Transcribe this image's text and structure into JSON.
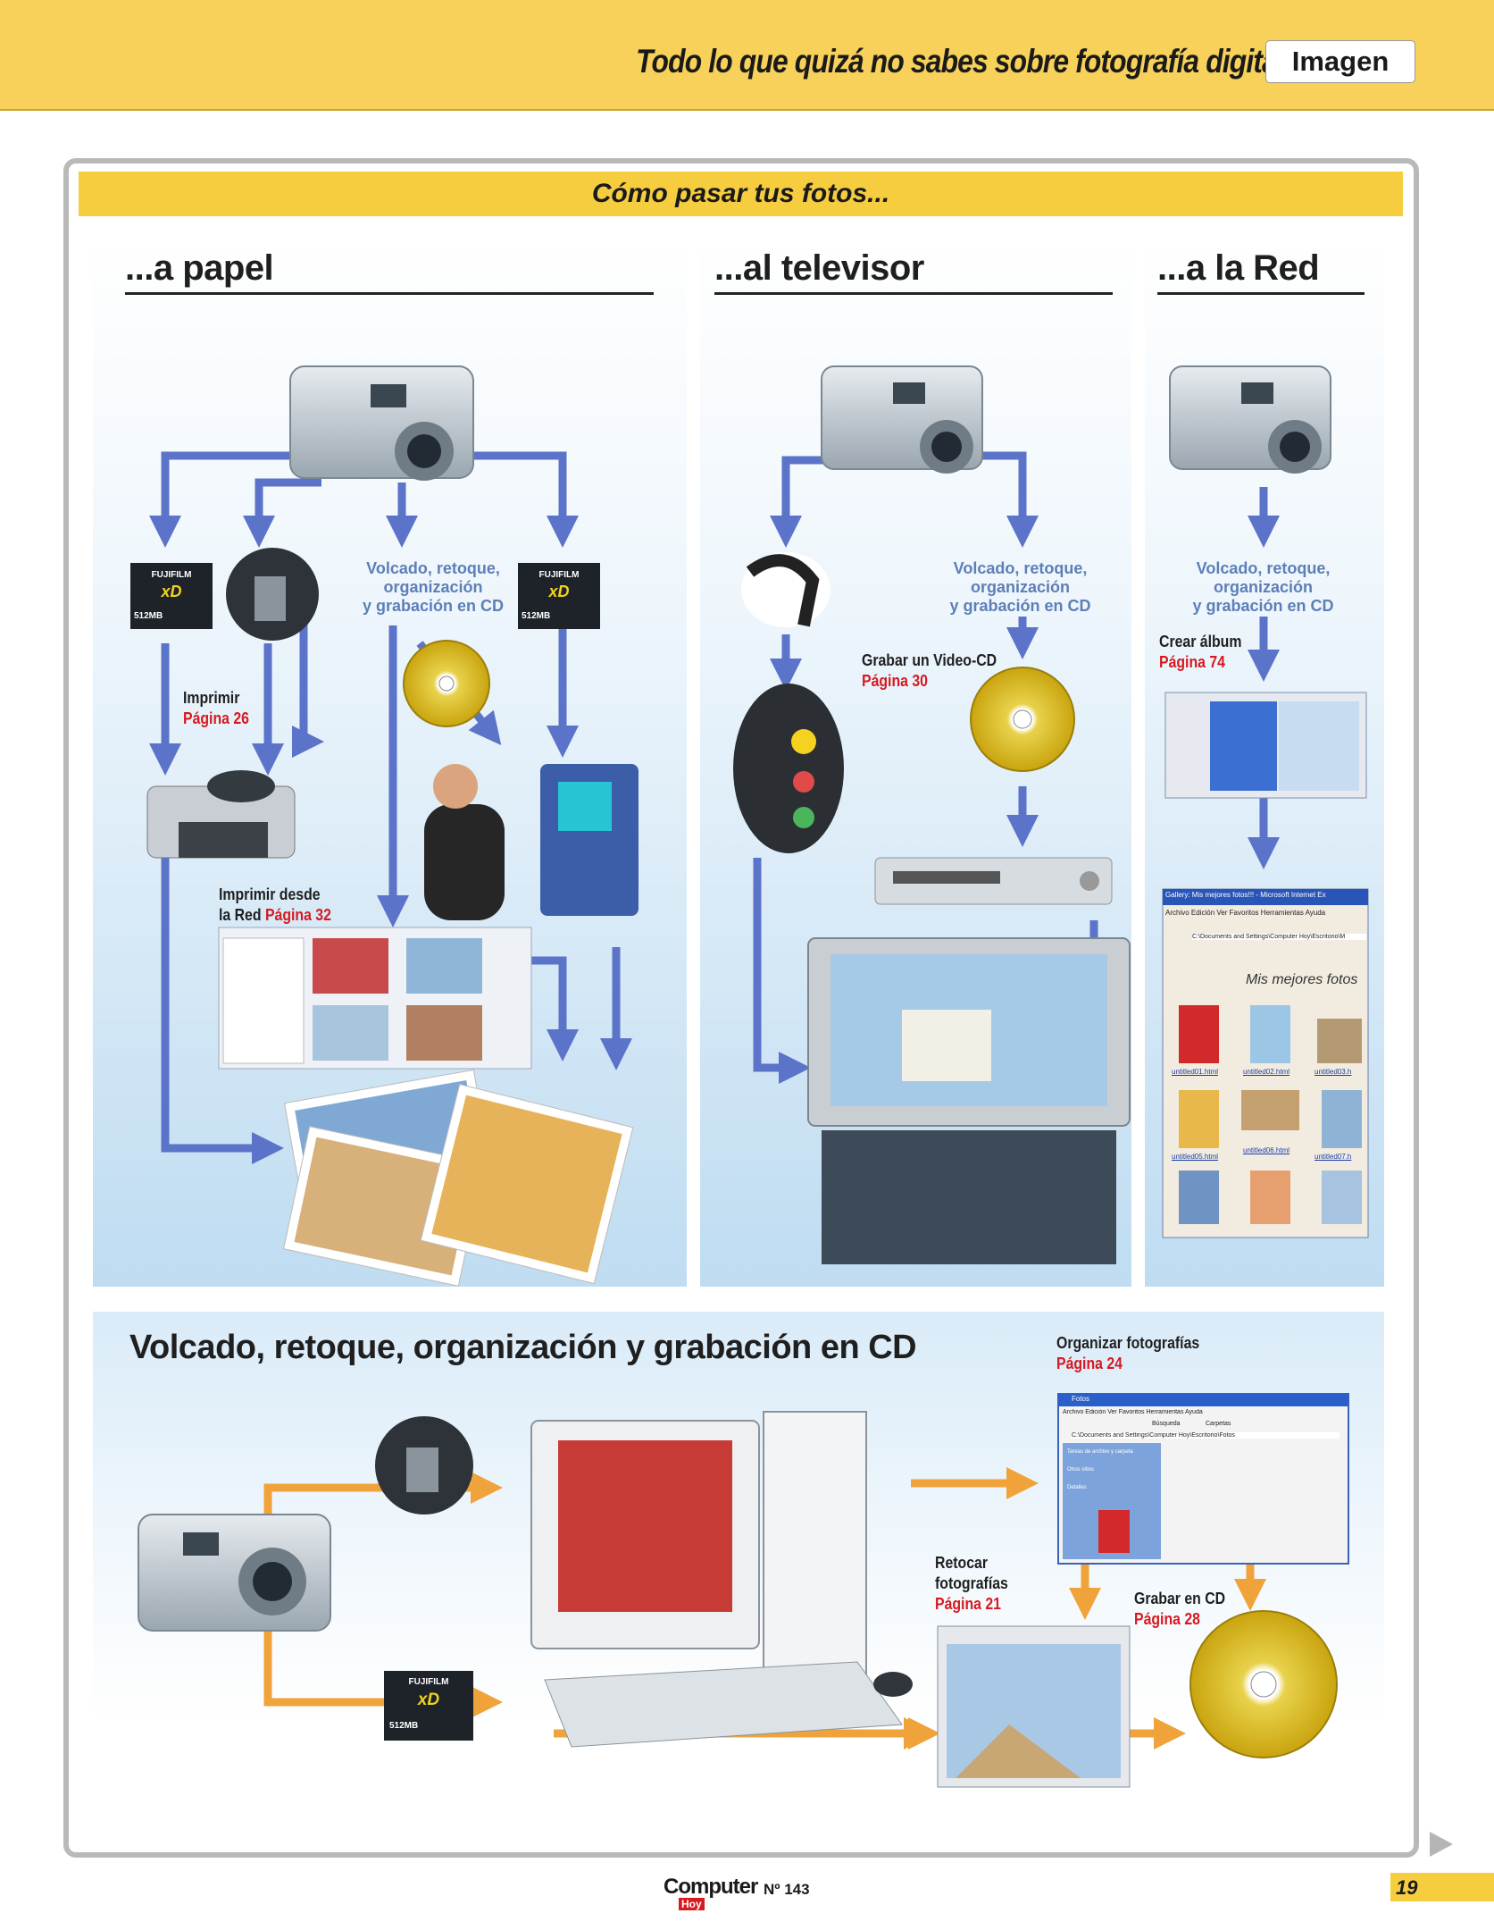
{
  "header": {
    "title": "Todo lo que quizá no sabes sobre fotografía digital",
    "section_tab": "Imagen"
  },
  "banner": "Cómo pasar tus fotos...",
  "sections": {
    "papel": "...a papel",
    "televisor": "...al televisor",
    "red": "...a la Red",
    "bottom": "Volcado, retoque, organización y grabación en CD"
  },
  "flow_text": {
    "line1": "Volcado, retoque,",
    "line2": "organización",
    "line3": "y grabación en CD"
  },
  "memory_card": {
    "brand": "FUJIFILM",
    "logo": "xD",
    "size": "512MB"
  },
  "captions": {
    "imprimir": {
      "label": "Imprimir",
      "page": "Página 26"
    },
    "imprimir_red": {
      "label_line1": "Imprimir desde",
      "label_line2": "la Red",
      "page": "Página 32"
    },
    "video_cd": {
      "label": "Grabar un Video-CD",
      "page": "Página 30"
    },
    "crear_album": {
      "label": "Crear álbum",
      "page": "Página 74"
    },
    "organizar": {
      "label": "Organizar fotografías",
      "page": "Página 24"
    },
    "retocar": {
      "label_line1": "Retocar",
      "label_line2": "fotografías",
      "page": "Página 21"
    },
    "grabar_cd": {
      "label": "Grabar en CD",
      "page": "Página 28"
    }
  },
  "web_album": {
    "title_bar": "Gallery: Mis mejores fotos!!! - Microsoft Internet Ex",
    "menu": [
      "Archivo",
      "Edición",
      "Ver",
      "Favoritos",
      "Herramientas",
      "Ayuda"
    ],
    "address": "C:\\Documents and Settings\\Computer Hoy\\Escritorio\\M",
    "heading": "Mis mejores fotos",
    "links": [
      "untitled01.html",
      "untitled02.html",
      "untitled03.h",
      "untitled05.html",
      "untitled06.html",
      "untitled07.h"
    ]
  },
  "explorer": {
    "title_bar": "Fotos",
    "menu": [
      "Archivo",
      "Edición",
      "Ver",
      "Favoritos",
      "Herramientas",
      "Ayuda"
    ],
    "address": "C:\\Documents and Settings\\Computer Hoy\\Escritorio\\Fotos",
    "search": "Búsqueda",
    "folders": "Carpetas",
    "tasks": [
      "Tareas de archivo y carpeta",
      "Otros sitios",
      "Detalles"
    ]
  },
  "footer": {
    "logo": "Computer",
    "logo_sub": "Hoy",
    "issue": "Nº 143",
    "page_number": "19"
  },
  "colors": {
    "header_yellow": "#f7d159",
    "banner_yellow": "#f5cd3f",
    "flow_blue": "#5b73c9",
    "flow_orange": "#f0a33a",
    "page_red": "#d71920"
  }
}
